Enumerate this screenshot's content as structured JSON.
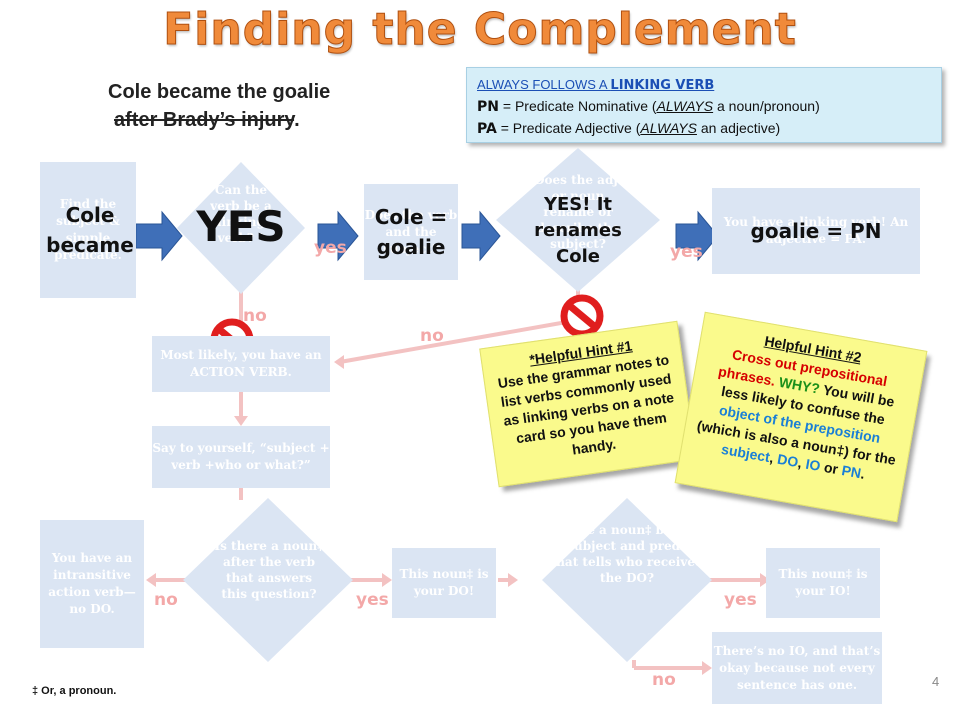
{
  "title": "Finding the Complement",
  "sentence": {
    "line1": "Cole became the goalie",
    "line2_struck": "after Brady’s injury",
    "line2_end": "."
  },
  "info": {
    "line1_prefix": "ALWAYS FOLLOWS A ",
    "line1_bold": "LINKING VERB",
    "pn_abbr": "PN",
    "pn_text_a": " = Predicate Nominative (",
    "pn_always": "ALWAYS",
    "pn_text_b": " a noun/pronoun)",
    "pa_abbr": "PA",
    "pa_text_a": " = Predicate Adjective (",
    "pa_always": "ALWAYS",
    "pa_text_b": " an adjective)"
  },
  "flow": {
    "find_subject": "Find the subject & simple predicate.",
    "can_verb": "Can the verb be a linking verb? *",
    "does_verb": "Does the verb and the subject?",
    "does_adj": "Does the adj. or noun rename or describe the subject?",
    "linking_box": "You have a linking verb! An adjective = PA.",
    "action_verb": "Most likely, you have an ACTION VERB.",
    "say_yourself": "Say to yourself, “subject + verb +who or what?”",
    "intransitive": "You have an intransitive action verb— no DO.",
    "is_noun_after": "Is there a noun‡ after the verb that answers this question?",
    "do_box": "This noun‡ is your DO!",
    "is_noun_between": "Is there a noun‡ between the subject and predicate that tells who received the DO?",
    "io_box": "This noun‡ is your IO!",
    "no_io": "There’s no IO, and that’s okay because not every sentence has one."
  },
  "overlay": {
    "cole_became": "Cole became",
    "yes": "YES",
    "cole_goalie": "Cole = goalie",
    "yes_renames": "YES! It renames Cole",
    "goalie_pn": "goalie = PN"
  },
  "labels": {
    "yes": "yes",
    "no": "no"
  },
  "hint1": {
    "title": "*Helpful Hint #1",
    "body": "Use the grammar notes to list verbs commonly used as linking verbs on a note card so you have them handy."
  },
  "hint2": {
    "title": "Helpful Hint #2",
    "red": "Cross out prepositional phrases.",
    "why": "WHY?",
    "t1": " You will be less likely to confuse the ",
    "obj": "object of the preposition",
    "t2": " (which is also a noun‡) for the ",
    "subject": "subject",
    "t3": ", ",
    "do": "DO",
    "t4": ", ",
    "io": "IO",
    "t5": " or ",
    "pn": "PN",
    "t6": "."
  },
  "footnote": "‡ Or, a pronoun.",
  "page_number": "4",
  "colors": {
    "title": "#f08a3a",
    "arrow": "#3f6fb8",
    "faded": "#dbe5f3",
    "no_sign": "#e01e1e",
    "hint": "#fafa8c"
  }
}
